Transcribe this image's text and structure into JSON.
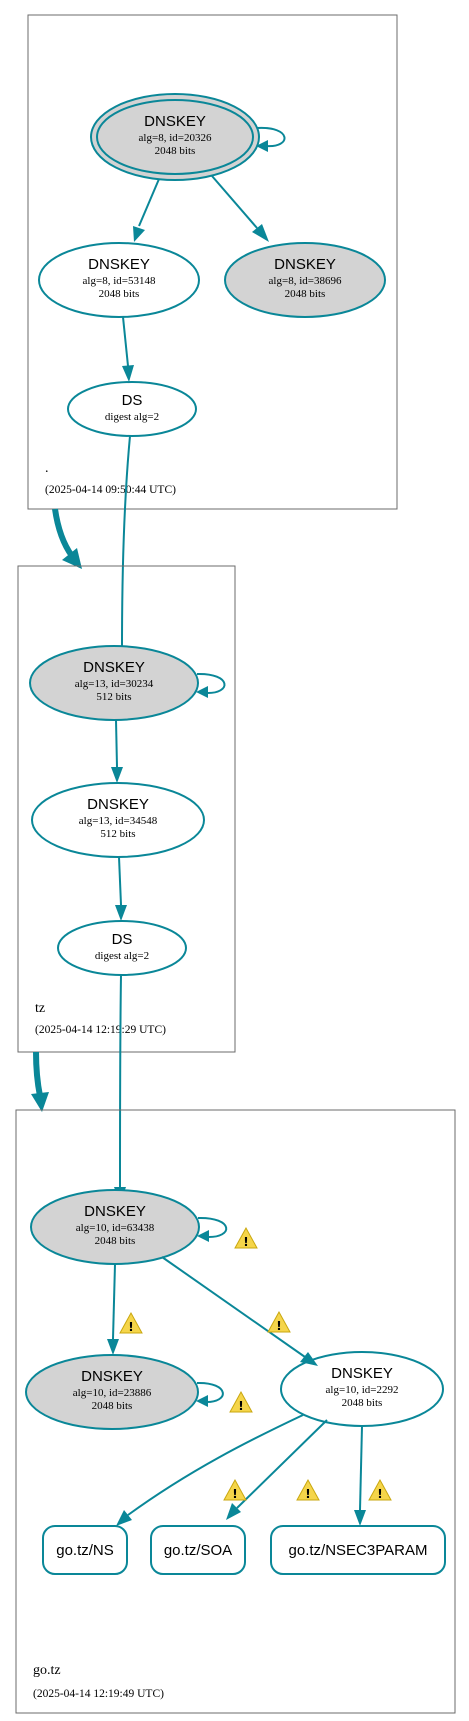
{
  "zones": {
    "root": {
      "label": ".",
      "timestamp": "(2025-04-14 09:50:44 UTC)",
      "nodes": {
        "ksk": {
          "title": "DNSKEY",
          "line1": "alg=8, id=20326",
          "line2": "2048 bits"
        },
        "zsk1": {
          "title": "DNSKEY",
          "line1": "alg=8, id=53148",
          "line2": "2048 bits"
        },
        "zsk2": {
          "title": "DNSKEY",
          "line1": "alg=8, id=38696",
          "line2": "2048 bits"
        },
        "ds": {
          "title": "DS",
          "line1": "digest alg=2"
        }
      }
    },
    "tz": {
      "label": "tz",
      "timestamp": "(2025-04-14 12:19:29 UTC)",
      "nodes": {
        "ksk": {
          "title": "DNSKEY",
          "line1": "alg=13, id=30234",
          "line2": "512 bits"
        },
        "zsk": {
          "title": "DNSKEY",
          "line1": "alg=13, id=34548",
          "line2": "512 bits"
        },
        "ds": {
          "title": "DS",
          "line1": "digest alg=2"
        }
      }
    },
    "gotz": {
      "label": "go.tz",
      "timestamp": "(2025-04-14 12:19:49 UTC)",
      "nodes": {
        "ksk": {
          "title": "DNSKEY",
          "line1": "alg=10, id=63438",
          "line2": "2048 bits"
        },
        "key2": {
          "title": "DNSKEY",
          "line1": "alg=10, id=23886",
          "line2": "2048 bits"
        },
        "key3": {
          "title": "DNSKEY",
          "line1": "alg=10, id=2292",
          "line2": "2048 bits"
        }
      },
      "records": {
        "ns": "go.tz/NS",
        "soa": "go.tz/SOA",
        "nsec3param": "go.tz/NSEC3PARAM"
      }
    }
  },
  "warning_symbol": "!",
  "colors": {
    "edge": "#0a8798",
    "node_grey": "#d3d3d3",
    "warning": "#f5d54a"
  }
}
